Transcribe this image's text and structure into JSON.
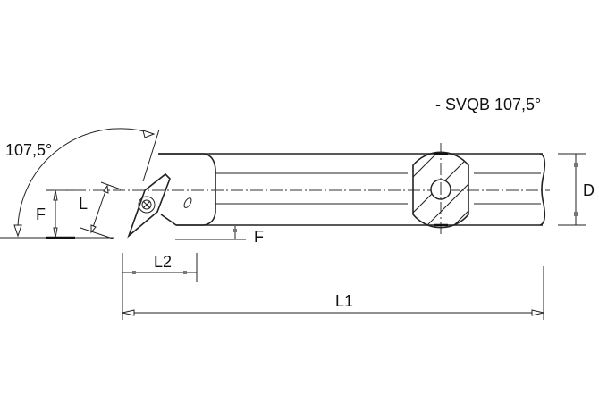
{
  "title": "- SVQB  107,5°",
  "labels": {
    "angle": "107,5°",
    "F_left": "F",
    "L": "L",
    "F_bottom": "F",
    "D": "D",
    "L2": "L2",
    "L1": "L1"
  },
  "colors": {
    "line": "#222222",
    "background": "#ffffff"
  }
}
